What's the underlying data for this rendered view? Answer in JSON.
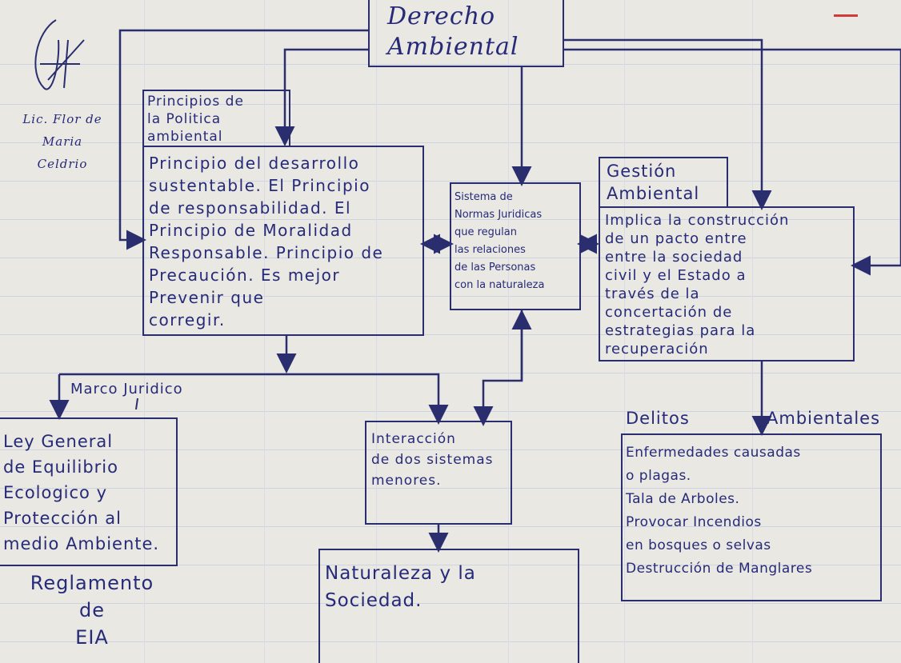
{
  "title": "Derecho\nAmbiental",
  "author": "Lic. Flor de\nMaria\nCeldrio",
  "principios": {
    "header": "Principios de\nla Politica\nambiental",
    "body": "Principio del desarrollo\nsustentable. El Principio\nde responsabilidad. El\nPrincipio de Moralidad\nResponsable. Principio de\nPrecaución. Es mejor\nPrevenir que\ncorregir."
  },
  "sistema": {
    "body": "Sistema de\nNormas Juridicas\nque regulan\nlas relaciones\nde las Personas\ncon la naturaleza"
  },
  "gestion": {
    "header": "Gestión\nAmbiental",
    "body": "Implica la construcción\nde un pacto entre\nentre la sociedad\ncivil y el Estado a\ntravés de la\nconcertación de\nestrategias para la\nrecuperación"
  },
  "marco_label": "Marco Juridico",
  "ley": {
    "body": "Ley General\nde Equilibrio\nEcologico y\nProtección al\nmedio Ambiente."
  },
  "reglamento": "Reglamento\nde\nEIA",
  "interaccion": {
    "body": "Interacción\nde dos sistemas\nmenores."
  },
  "naturaleza": {
    "body": "Naturaleza y la\nSociedad."
  },
  "delitos_label": "Delitos",
  "ambientales_label": "Ambientales",
  "delitos": {
    "body": "Enfermedades causadas\no plagas.\nTala de Arboles.\nProvocar Incendios\nen bosques o selvas\nDestrucción de Manglares"
  },
  "colors": {
    "ink": "#2a2d6e",
    "paper": "#e9e8e3",
    "rule": "#cdd3e2",
    "accent_red": "#d23a3a"
  }
}
